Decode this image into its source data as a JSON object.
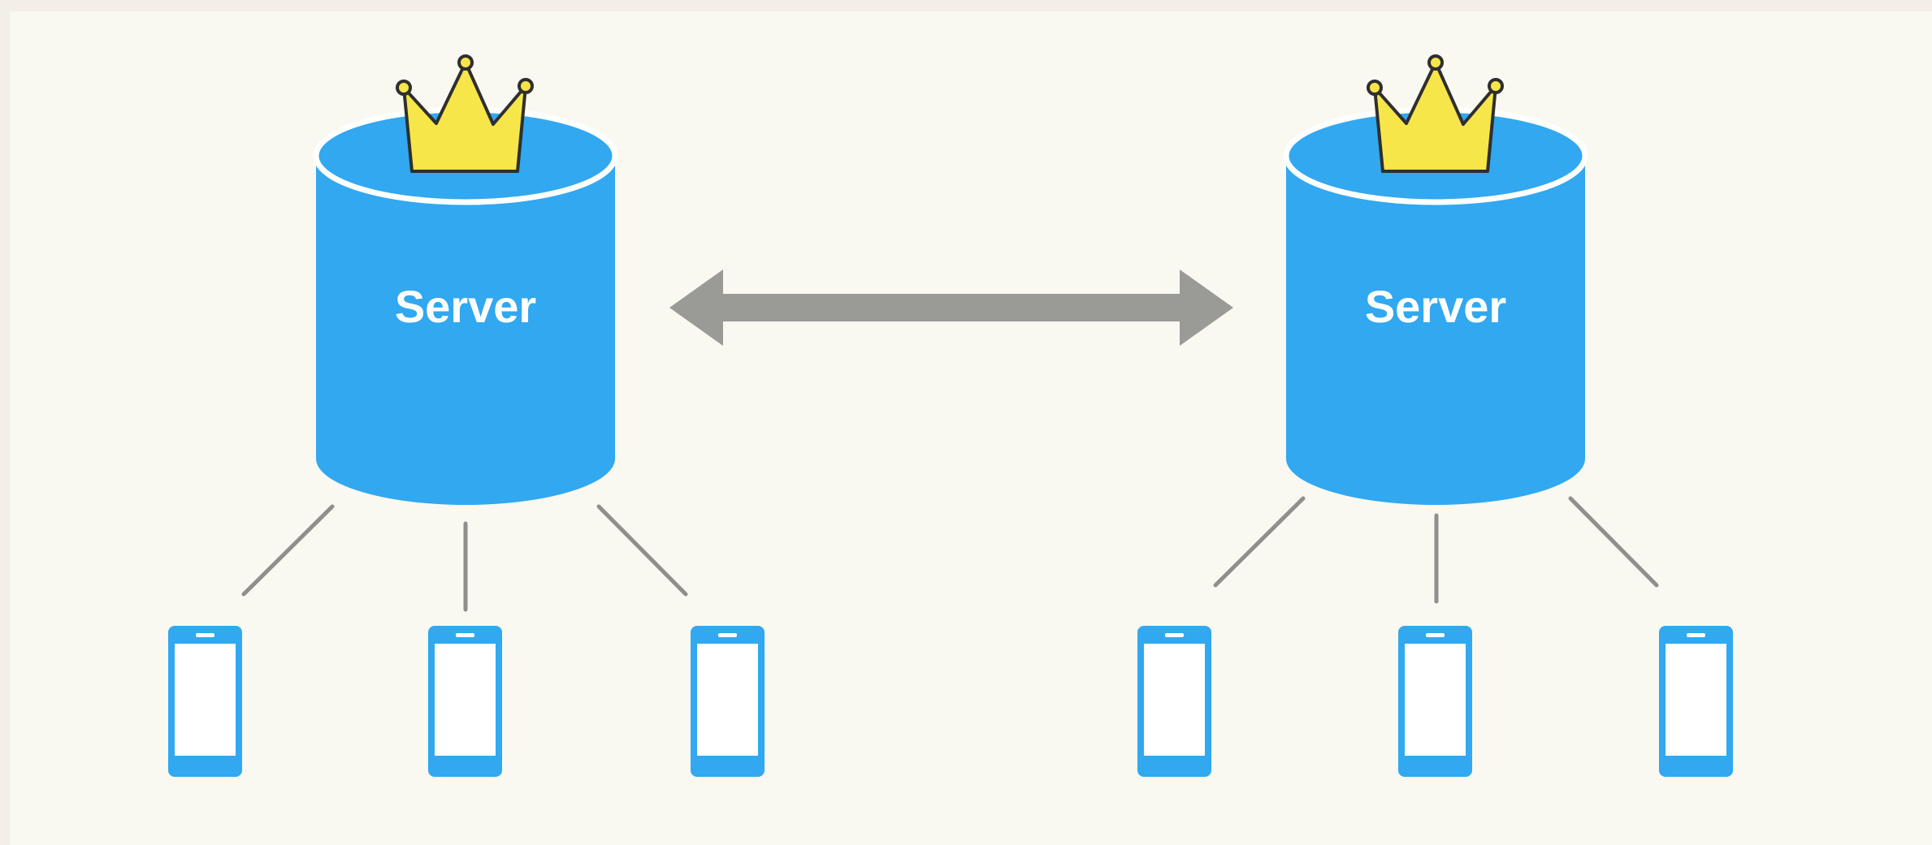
{
  "diagram": {
    "servers": [
      {
        "label": "Server",
        "crown_icon": "crown-icon",
        "device_count": 3
      },
      {
        "label": "Server",
        "crown_icon": "crown-icon",
        "device_count": 3
      }
    ],
    "connector": "double-arrow-icon",
    "device_icon": "smartphone-icon",
    "colors": {
      "background": "#f9f8f1",
      "server": "#31a8ef",
      "crown": "#f7e64a",
      "arrow": "#9a9a97",
      "line": "#8f8f8c"
    }
  }
}
